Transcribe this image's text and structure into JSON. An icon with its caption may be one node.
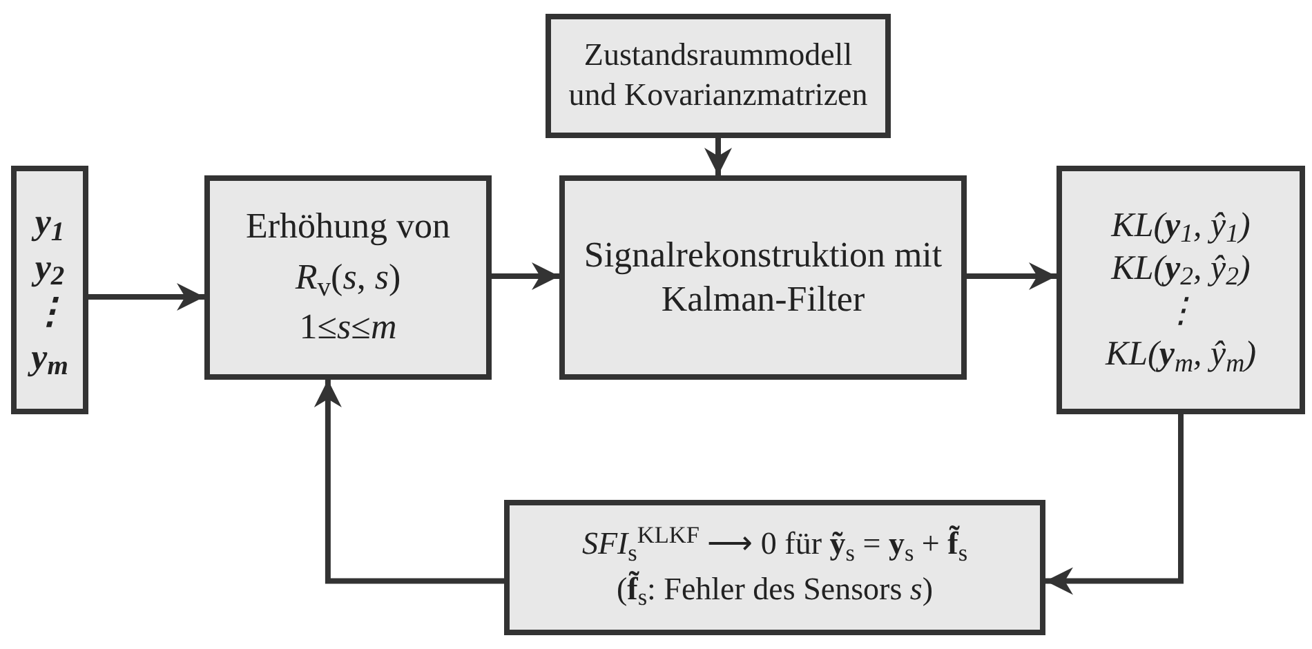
{
  "diagram": {
    "nodes": [
      {
        "text": [
          "y$_{1}$",
          "y$_{2}$",
          "⋮",
          "y$_{m}$"
        ]
      },
      {
        "text": [
          "Erhöhung von",
          "*R*$_{v}$(*s*, *s*)",
          "1≤*s*≤*m*"
        ]
      },
      {
        "text": [
          "Zustandsraummodell und Kovarianzmatrizen"
        ]
      },
      {
        "text": [
          "Signalrekonstruktion mit Kalman-Filter"
        ]
      },
      {
        "text": [
          "KL(**y**$_{1}$, ŷ$_{1}$)",
          "KL(**y**$_{2}$, ŷ$_{2}$)",
          "⋮",
          "KL(**y**$_{m}$, ŷ$_{m}$)"
        ]
      },
      {
        "text": [
          "*SFI*$_{s}$$^{KLKF}$ ⟶ 0 für **ỹ**$_{s}$ = **y**$_{s}$ + **f̃**$_{s}$",
          "(**f̃**$_{s}$: Fehler des Sensors *s*)"
        ]
      }
    ],
    "edges": [
      {
        "from": 0,
        "to": 1,
        "arrow": "to"
      },
      {
        "from": 1,
        "to": 3,
        "arrow": "to"
      },
      {
        "from": 2,
        "to": 3,
        "arrow": "to"
      },
      {
        "from": 3,
        "to": 4,
        "arrow": "to"
      },
      {
        "from": 4,
        "to": 5,
        "arrow": "to"
      },
      {
        "from": 5,
        "to": 1,
        "arrow": "to"
      }
    ]
  }
}
